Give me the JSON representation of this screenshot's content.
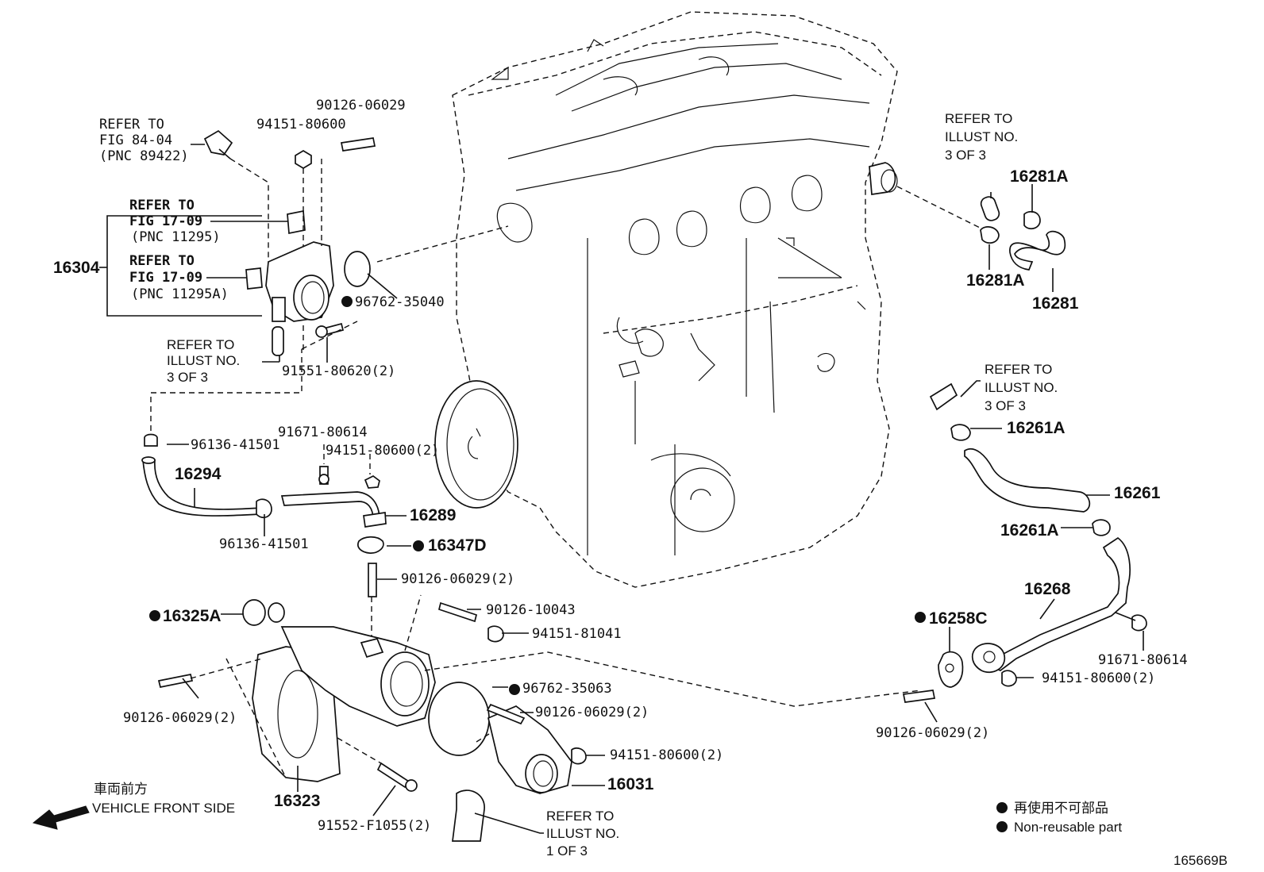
{
  "diagram": {
    "figure_code": "165669B",
    "front_side": {
      "jp": "車両前方",
      "en": "VEHICLE FRONT SIDE"
    },
    "legend": {
      "jp": "再使用不可部品",
      "en": "Non-reusable part"
    },
    "refs": {
      "fig8404": {
        "l1": "REFER TO",
        "l2": "FIG 84-04",
        "l3": "(PNC 89422)"
      },
      "fig1709a": {
        "l1": "REFER TO",
        "l2": "FIG 17-09",
        "l3": "(PNC 11295)"
      },
      "fig1709b": {
        "l1": "REFER TO",
        "l2": "FIG 17-09",
        "l3": "(PNC 11295A)"
      },
      "illust_left": {
        "l1": "REFER TO",
        "l2": "ILLUST NO.",
        "l3": "3 OF 3"
      },
      "illust_top_right": {
        "l1": "REFER TO",
        "l2": "ILLUST NO.",
        "l3": "3 OF 3"
      },
      "illust_mid_right": {
        "l1": "REFER TO",
        "l2": "ILLUST NO.",
        "l3": "3 OF 3"
      },
      "illust_bottom": {
        "l1": "REFER TO",
        "l2": "ILLUST NO.",
        "l3": "1 OF 3"
      }
    },
    "labels": {
      "p90126_06029_top": "90126-06029",
      "p94151_80600_top": "94151-80600",
      "p16304": "16304",
      "p96762_35040": "96762-35040",
      "p91551_80620": "91551-80620(2)",
      "p96136_41501_a": "96136-41501",
      "p91671_80614_a": "91671-80614",
      "p94151_80600_2a": "94151-80600(2)",
      "p16294": "16294",
      "p16289": "16289",
      "p96136_41501_b": "96136-41501",
      "p16347D": "16347D",
      "p90126_06029_2a": "90126-06029(2)",
      "p16325A": "16325A",
      "p90126_10043": "90126-10043",
      "p94151_81041": "94151-81041",
      "p90126_06029_2b": "90126-06029(2)",
      "p96762_35063": "96762-35063",
      "p90126_06029_2c": "90126-06029(2)",
      "p94151_80600_2b": "94151-80600(2)",
      "p16031": "16031",
      "p16323": "16323",
      "p91552_F1055": "91552-F1055(2)",
      "p16281A_top": "16281A",
      "p16281A_bot": "16281A",
      "p16281": "16281",
      "p16261A_top": "16261A",
      "p16261": "16261",
      "p16261A_bot": "16261A",
      "p16268": "16268",
      "p16258C": "16258C",
      "p91671_80614_b": "91671-80614",
      "p94151_80600_2c": "94151-80600(2)",
      "p90126_06029_2d": "90126-06029(2)"
    }
  }
}
